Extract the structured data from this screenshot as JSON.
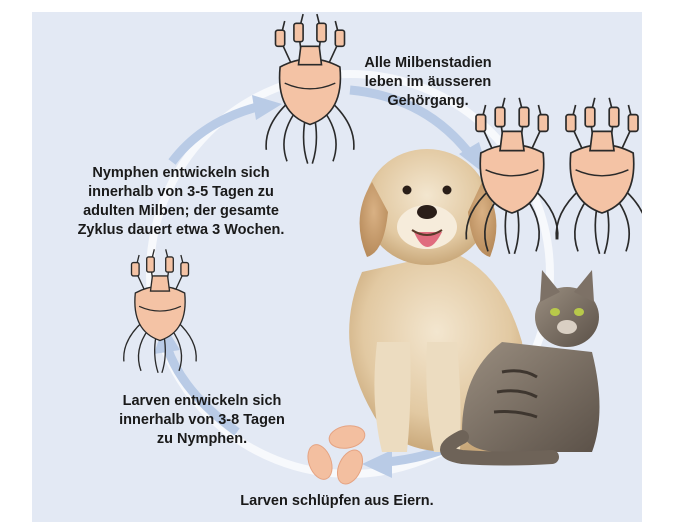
{
  "colors": {
    "background": "#e3e9f4",
    "cycle_arrow": "#b9cbe6",
    "mite_fill": "#f4c3a5",
    "mite_outline": "#2a2a2a",
    "egg_fill": "#f3bfa0"
  },
  "labels": {
    "stage_adults": "Alle Milbenstadien leben im äusseren Gehörgang.",
    "stage_nymphs": "Nymphen entwickeln sich innerhalb von 3-5 Tagen zu adulten Milben; der gesamte Zyklus dauert etwa 3 Wochen.",
    "stage_larvae": "Larven entwickeln sich innerhalb von 3-8 Tagen zu Nymphen.",
    "stage_eggs": "Larven schlüpfen aus Eiern."
  },
  "illustrations": {
    "animals": [
      "dog-photo",
      "cat-photo"
    ],
    "mites": [
      "adult-mite-top",
      "adult-mite-right-a",
      "adult-mite-right-b",
      "nymph-mite-left"
    ],
    "eggs": 3
  }
}
